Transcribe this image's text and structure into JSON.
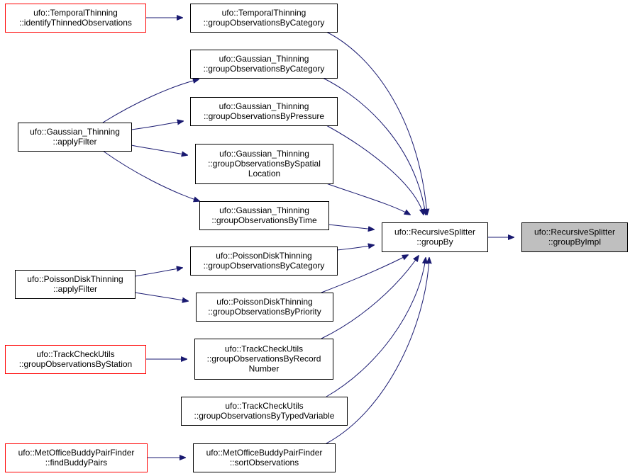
{
  "nodes": [
    {
      "id": "tt_identify",
      "lines": [
        "ufo::TemporalThinning",
        "::identifyThinnedObservations"
      ],
      "border": "red"
    },
    {
      "id": "tt_group_cat",
      "lines": [
        "ufo::TemporalThinning",
        "::groupObservationsByCategory"
      ],
      "border": "black"
    },
    {
      "id": "gt_group_cat",
      "lines": [
        "ufo::Gaussian_Thinning",
        "::groupObservationsByCategory"
      ],
      "border": "black"
    },
    {
      "id": "gt_apply",
      "lines": [
        "ufo::Gaussian_Thinning",
        "::applyFilter"
      ],
      "border": "black"
    },
    {
      "id": "gt_group_pressure",
      "lines": [
        "ufo::Gaussian_Thinning",
        "::groupObservationsByPressure"
      ],
      "border": "black"
    },
    {
      "id": "gt_group_spatial",
      "lines": [
        "ufo::Gaussian_Thinning",
        "::groupObservationsBySpatial",
        "Location"
      ],
      "border": "black"
    },
    {
      "id": "gt_group_time",
      "lines": [
        "ufo::Gaussian_Thinning",
        "::groupObservationsByTime"
      ],
      "border": "black"
    },
    {
      "id": "rs_groupby",
      "lines": [
        "ufo::RecursiveSplitter",
        "::groupBy"
      ],
      "border": "black"
    },
    {
      "id": "rs_groupbyimpl",
      "lines": [
        "ufo::RecursiveSplitter",
        "::groupByImpl"
      ],
      "border": "black",
      "focus": true
    },
    {
      "id": "pdt_group_cat",
      "lines": [
        "ufo::PoissonDiskThinning",
        "::groupObservationsByCategory"
      ],
      "border": "black"
    },
    {
      "id": "pdt_apply",
      "lines": [
        "ufo::PoissonDiskThinning",
        "::applyFilter"
      ],
      "border": "black"
    },
    {
      "id": "pdt_group_priority",
      "lines": [
        "ufo::PoissonDiskThinning",
        "::groupObservationsByPriority"
      ],
      "border": "black"
    },
    {
      "id": "tcu_group_station",
      "lines": [
        "ufo::TrackCheckUtils",
        "::groupObservationsByStation"
      ],
      "border": "red"
    },
    {
      "id": "tcu_group_record",
      "lines": [
        "ufo::TrackCheckUtils",
        "::groupObservationsByRecord",
        "Number"
      ],
      "border": "black"
    },
    {
      "id": "tcu_group_typed",
      "lines": [
        "ufo::TrackCheckUtils",
        "::groupObservationsByTypedVariable"
      ],
      "border": "black"
    },
    {
      "id": "mo_find",
      "lines": [
        "ufo::MetOfficeBuddyPairFinder",
        "::findBuddyPairs"
      ],
      "border": "red"
    },
    {
      "id": "mo_sort",
      "lines": [
        "ufo::MetOfficeBuddyPairFinder",
        "::sortObservations"
      ],
      "border": "black"
    }
  ],
  "edges": [
    [
      "tt_identify",
      "tt_group_cat"
    ],
    [
      "tt_group_cat",
      "rs_groupby"
    ],
    [
      "gt_apply",
      "gt_group_cat"
    ],
    [
      "gt_apply",
      "gt_group_pressure"
    ],
    [
      "gt_apply",
      "gt_group_spatial"
    ],
    [
      "gt_apply",
      "gt_group_time"
    ],
    [
      "gt_group_cat",
      "rs_groupby"
    ],
    [
      "gt_group_pressure",
      "rs_groupby"
    ],
    [
      "gt_group_spatial",
      "rs_groupby"
    ],
    [
      "gt_group_time",
      "rs_groupby"
    ],
    [
      "pdt_apply",
      "pdt_group_cat"
    ],
    [
      "pdt_apply",
      "pdt_group_priority"
    ],
    [
      "pdt_group_cat",
      "rs_groupby"
    ],
    [
      "pdt_group_priority",
      "rs_groupby"
    ],
    [
      "tcu_group_station",
      "tcu_group_record"
    ],
    [
      "tcu_group_record",
      "rs_groupby"
    ],
    [
      "tcu_group_typed",
      "rs_groupby"
    ],
    [
      "mo_find",
      "mo_sort"
    ],
    [
      "mo_sort",
      "rs_groupby"
    ],
    [
      "rs_groupby",
      "rs_groupbyimpl"
    ]
  ],
  "colors": {
    "edge": "#191970",
    "focus_fill": "#bfbfbf",
    "red_border": "#ff0000"
  }
}
